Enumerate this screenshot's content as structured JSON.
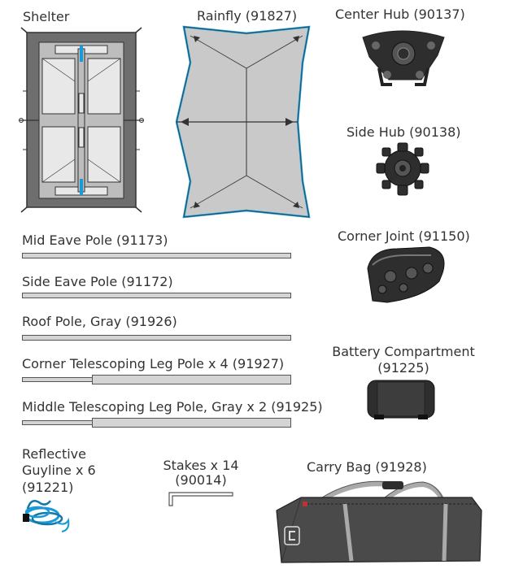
{
  "title": "",
  "parts": {
    "shelter": "Shelter",
    "rainfly": "Rainfly (91827)",
    "center_hub": "Center Hub (90137)",
    "side_hub": "Side Hub (90138)",
    "mid_eave_pole": "Mid Eave Pole (91173)",
    "corner_joint": "Corner Joint (91150)",
    "side_eave_pole": "Side Eave Pole (91172)",
    "roof_pole": "Roof Pole, Gray (91926)",
    "battery_line1": "Battery Compartment",
    "battery_line2": "(91225)",
    "corner_leg_pole": "Corner Telescoping Leg Pole x 4 (91927)",
    "middle_leg_pole": "Middle Telescoping Leg Pole, Gray x 2 (91925)",
    "guyline_line1": "Reflective",
    "guyline_line2": "Guyline x 6",
    "guyline_line3": "(91221)",
    "stakes_line1": "Stakes x 14",
    "stakes_line2": "(90014)",
    "carry_bag": "Carry Bag (91928)"
  },
  "colors": {
    "outline": "#333333",
    "shelter_floor": "#6e6e6e",
    "panel_light": "#e8e8e8",
    "frame_gray": "#bdbdbd",
    "rainfly_fill": "#c9c9c9",
    "accent_blue": "#1a9ad6",
    "pole_fill": "#d4d4d4",
    "bag_dark": "#4a4a4a",
    "hub_dark": "#2e2e2e"
  },
  "icons": {
    "bag_logo": "brand-c-logo-icon"
  }
}
